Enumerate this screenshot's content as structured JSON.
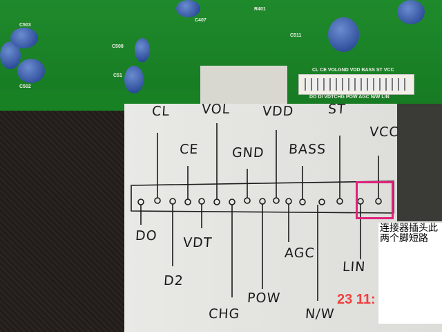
{
  "pcb": {
    "silkscreen_top": "CL  CE VOLGND VDD BASS ST VCC",
    "silkscreen_bottom": "DO  DI VDTCHG POW AGC N/W LIN",
    "component_labels": [
      "C503",
      "C502",
      "C508",
      "C51",
      "C407",
      "C511",
      "R401"
    ]
  },
  "drawing": {
    "top_labels": [
      "CL",
      "VOL",
      "VDD",
      "ST",
      "VCC",
      "CE",
      "GND",
      "BASS"
    ],
    "bottom_labels": [
      "DO",
      "VDT",
      "D2",
      "CHG",
      "POW",
      "AGC",
      "N/W",
      "LIN"
    ]
  },
  "note": {
    "text": "连接器插头此两个脚短路"
  },
  "date_stamp": "23  11:",
  "colors": {
    "highlight": "#e0207a",
    "pcb": "#1f8a2c",
    "stamp": "#f04040"
  }
}
